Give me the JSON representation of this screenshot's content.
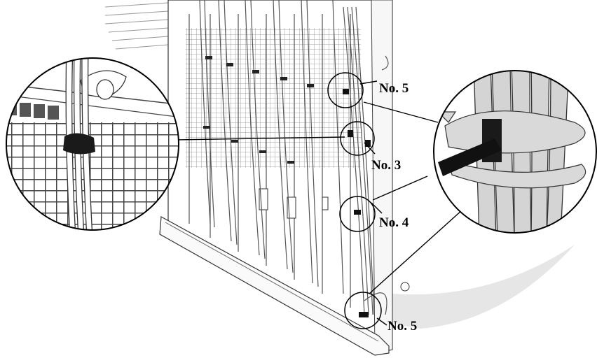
{
  "callouts": [
    {
      "id": "tie-top",
      "label": "No. 5"
    },
    {
      "id": "tie-upper",
      "label": "No. 3"
    },
    {
      "id": "tie-middle",
      "label": "No. 4"
    },
    {
      "id": "tie-bottom",
      "label": "No. 5"
    }
  ],
  "insets": [
    {
      "id": "left-inset",
      "subject": "cable-clip-on-chassis-grille"
    },
    {
      "id": "right-inset",
      "subject": "velcro-cable-tie-wrapping-bundle"
    }
  ],
  "colors": {
    "line": "#000000",
    "fill": "#ffffff",
    "tie": "#1a1a1a",
    "cable": "#d4d4d4",
    "shadow": "#dcdcdc"
  }
}
